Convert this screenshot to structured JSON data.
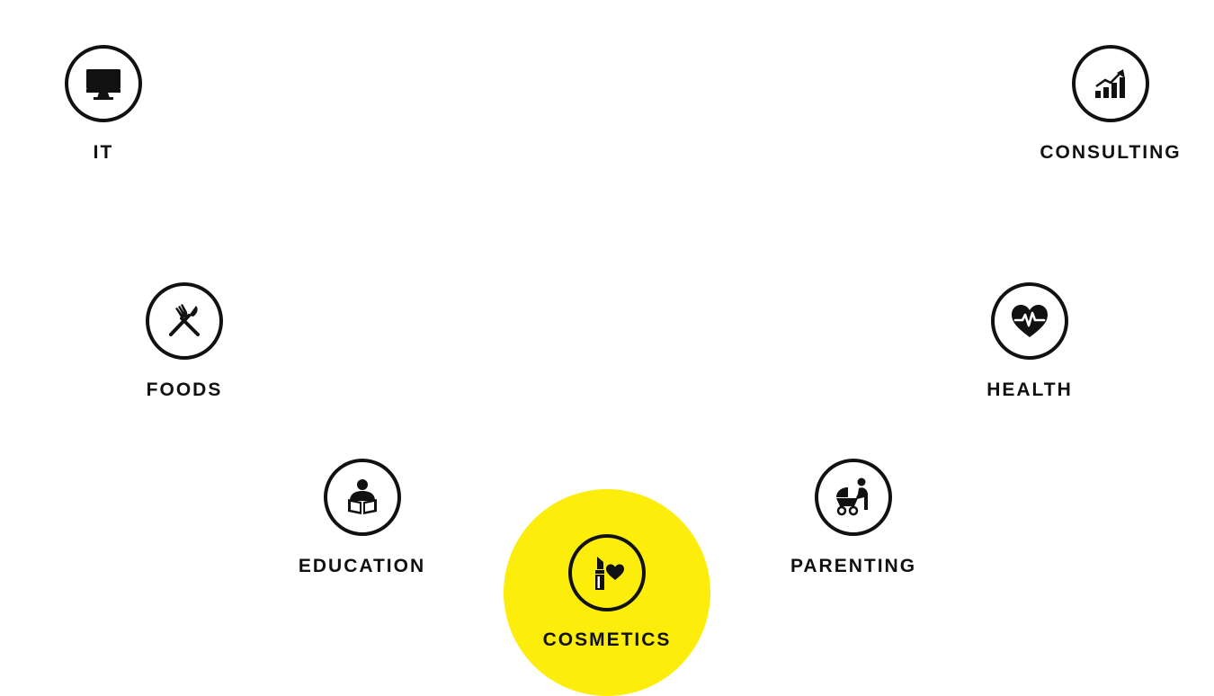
{
  "highlight_color": "#fcee0a",
  "categories": [
    {
      "key": "it",
      "label": "IT",
      "icon": "monitor-icon",
      "selected": false
    },
    {
      "key": "consulting",
      "label": "CONSULTING",
      "icon": "growth-chart-icon",
      "selected": false
    },
    {
      "key": "foods",
      "label": "FOODS",
      "icon": "knife-fork-icon",
      "selected": false
    },
    {
      "key": "health",
      "label": "HEALTH",
      "icon": "heartbeat-icon",
      "selected": false
    },
    {
      "key": "education",
      "label": "EDUCATION",
      "icon": "reading-person-icon",
      "selected": false
    },
    {
      "key": "parenting",
      "label": "PARENTING",
      "icon": "stroller-icon",
      "selected": false
    },
    {
      "key": "cosmetics",
      "label": "COSMETICS",
      "icon": "lipstick-heart-icon",
      "selected": true
    }
  ]
}
